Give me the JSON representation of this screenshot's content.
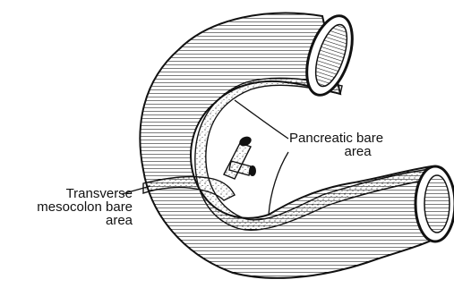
{
  "labels": {
    "pancreatic_bare_area": [
      "Pancreatic bare",
      "area"
    ],
    "transverse_mesocolon_bare_area": [
      "Transverse",
      "mesocolon bare",
      "area"
    ]
  },
  "colors": {
    "ink": "#111111",
    "background": "#ffffff"
  }
}
